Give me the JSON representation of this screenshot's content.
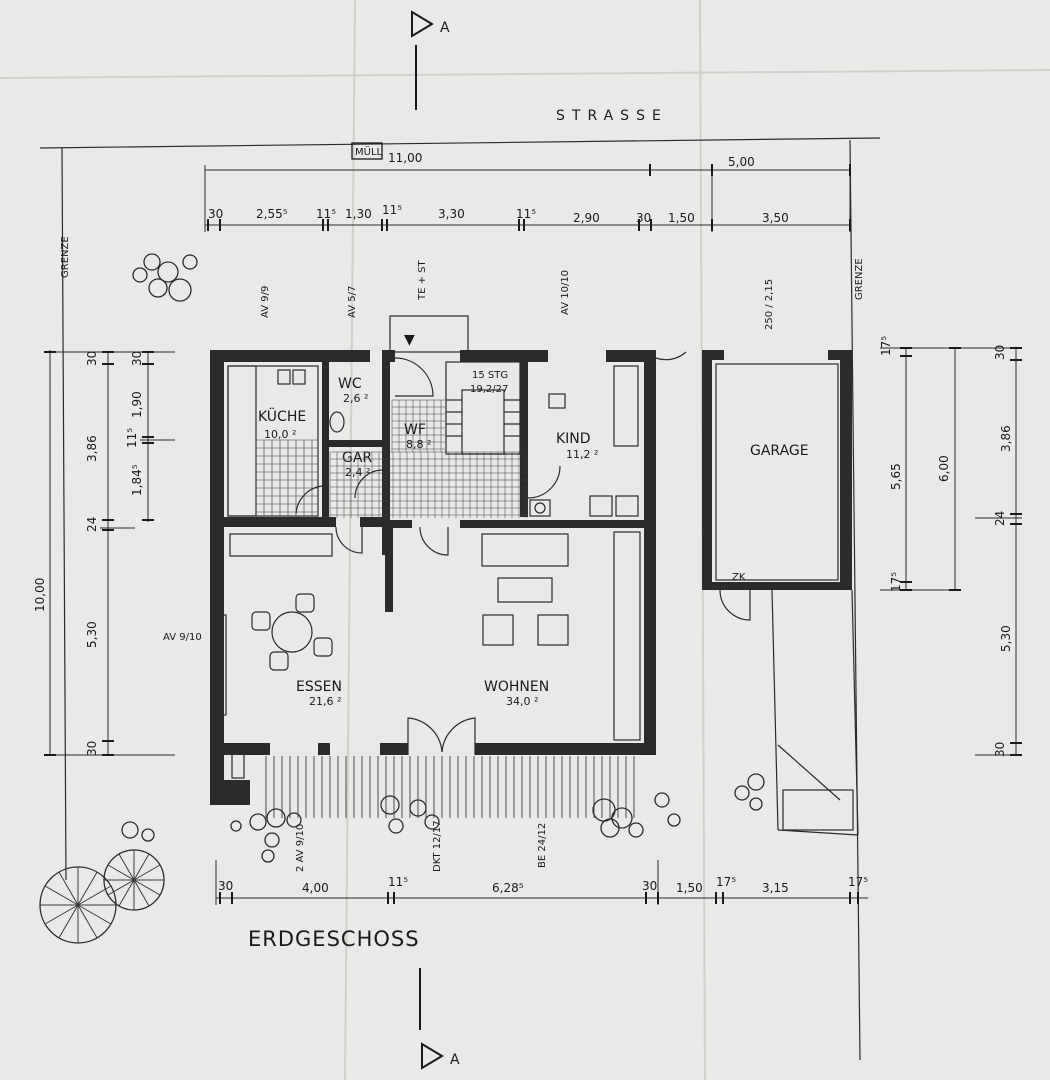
{
  "title": "ERDGESCHOSS",
  "street": "STRASSE",
  "section_mark": "A",
  "grenze": "GRENZE",
  "mull": "MÜLL",
  "entrance_symbol": "▼",
  "rooms": {
    "kueche": {
      "name": "KÜCHE",
      "area": "10,0 ²"
    },
    "wc": {
      "name": "WC",
      "area": "2,6 ²"
    },
    "gar": {
      "name": "GAR",
      "area": "2,4 ²"
    },
    "wf": {
      "name": "WF",
      "area": "8,8 ²"
    },
    "stair": {
      "name": "15 STG",
      "spec": "19,2/27"
    },
    "kind": {
      "name": "KIND",
      "area": "11,2 ²"
    },
    "garage": {
      "name": "GARAGE"
    },
    "zk": {
      "name": "ZK"
    },
    "essen": {
      "name": "ESSEN",
      "area": "21,6 ²"
    },
    "wohnen": {
      "name": "WOHNEN",
      "area": "34,0 ²"
    }
  },
  "window_labels": {
    "av_9_9": "AV 9/9",
    "av_5_7": "AV 5/7",
    "te_st": "TE + ST",
    "av_10_10": "AV 10/10",
    "garage_door": "250 / 2,15",
    "av_9_10_left": "AV 9/10",
    "av_9_10_bottom": "2 AV 9/10",
    "dkt": "DKT 12/17",
    "be": "BE 24/12"
  },
  "dims": {
    "top_total": "11,00",
    "top_garage": "5,00",
    "top_chain": [
      "30",
      "2,55⁵",
      "11⁵",
      "1,30",
      "11⁵",
      "3,30",
      "11⁵",
      "2,90",
      "30",
      "1,50",
      "3,50"
    ],
    "bottom_chain": [
      "30",
      "4,00",
      "11⁵",
      "6,28⁵",
      "30",
      "1,50",
      "17⁵",
      "3,15",
      "17⁵"
    ],
    "left_total": "10,00",
    "left_a": [
      "3,86",
      "24",
      "5,30",
      "30"
    ],
    "left_b": [
      "30",
      "1,90",
      "11⁵",
      "1,84⁵"
    ],
    "right_a": [
      "17⁵",
      "5,65",
      "17⁵"
    ],
    "right_b": "6,00",
    "right_c": [
      "30",
      "3,86",
      "24",
      "5,30",
      "30"
    ]
  }
}
